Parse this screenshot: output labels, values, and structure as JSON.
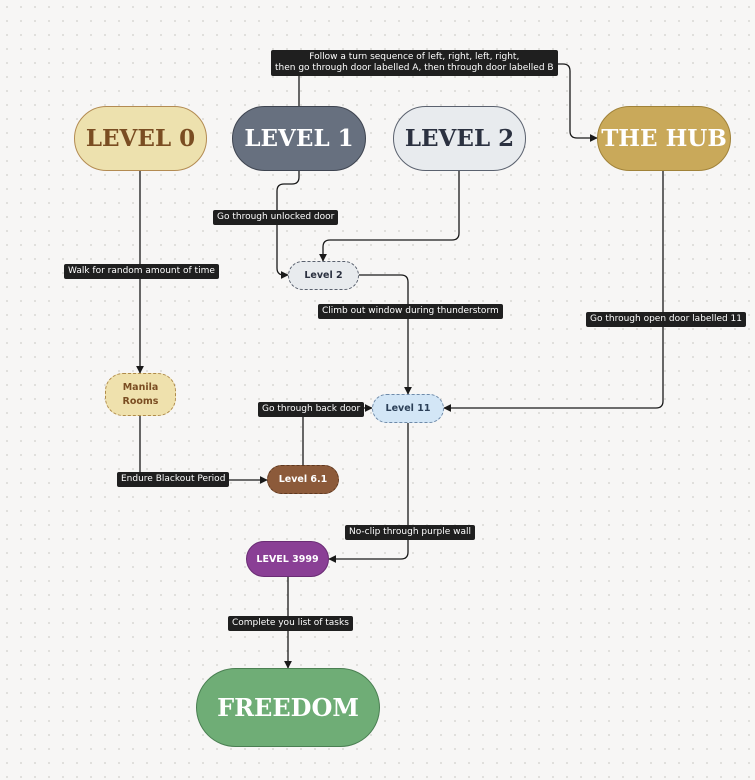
{
  "nodes": {
    "level0": "LEVEL 0",
    "level1": "LEVEL 1",
    "level2": "LEVEL 2",
    "hub": "THE HUB",
    "level2_sub": "Level 2",
    "manila_line1": "Manila",
    "manila_line2": "Rooms",
    "level11": "Level 11",
    "level61": "Level 6.1",
    "level3999": "LEVEL 3999",
    "freedom": "FREEDOM"
  },
  "edges": {
    "turn_sequence_line1": "Follow a turn sequence of left, right, left, right,",
    "turn_sequence_line2": "then go through door labelled A, then through door labelled B",
    "unlocked_door": "Go through unlocked door",
    "random_time": "Walk for random amount of time",
    "thunderstorm": "Climb out window during thunderstorm",
    "open_door_11": "Go through open door labelled 11",
    "back_door": "Go through back door",
    "blackout": "Endure Blackout Period",
    "purple_wall": "No-clip through purple wall",
    "tasks": "Complete you list of tasks"
  },
  "colors": {
    "level0_fill": "#ede1ae",
    "level0_text": "#7a4d22",
    "level1_fill": "#67707f",
    "level2_fill": "#e8ebee",
    "level2_text": "#2b3140",
    "hub_fill": "#c9a95a",
    "level2_sub_fill": "#e8ebee",
    "manila_fill": "#efe1ad",
    "manila_text": "#7a4d22",
    "level11_fill": "#d3e6f6",
    "level11_text": "#2c4058",
    "level61_fill": "#8c5a3a",
    "level3999_fill": "#8a3f95",
    "freedom_fill": "#6fad76",
    "edge": "#1a1a1a",
    "label_bg": "#1f1f1f"
  }
}
